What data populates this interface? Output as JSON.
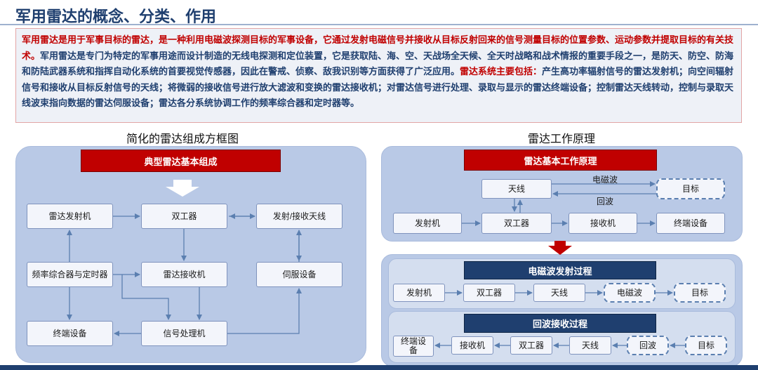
{
  "title": "军用雷达的概念、分类、作用",
  "intro": {
    "red_text": "军用雷达是用于军事目标的雷达，是一种利用电磁波探测目标的军事设备，它通过发射电磁信号并接收从目标反射回来的信号测量目标的位置参数、运动参数并提取目标的有关技术。",
    "body_text": "军用雷达是专门为特定的军事用途而设计制造的无线电探测和定位装置，它是获取陆、海、空、天战场全天候、全天时战略和战术情报的重要手段之一，是防天、防空、防海和防陆武器系统和指挥自动化系统的首要视觉传感器，因此在警戒、侦察、敌我识别等方面获得了广泛应用。",
    "red_label": "雷达系统主要包括：",
    "tail_text": "产生高功率辐射信号的雷达发射机；向空间辐射信号和接收从目标反射信号的天线；将微弱的接收信号进行放大滤波和变换的雷达接收机；对雷达信号进行处理、录取与显示的雷达终端设备；控制雷达天线转动，控制与录取天线波束指向数据的雷达伺服设备；雷达各分系统协调工作的频率综合器和定时器等。"
  },
  "left": {
    "subtitle": "简化的雷达组成方框图",
    "header": "典型雷达基本组成",
    "boxes": {
      "transmitter": "雷达发射机",
      "duplexer": "双工器",
      "antenna": "发射/接收天线",
      "synth": "频率综合器与定时器",
      "receiver": "雷达接收机",
      "servo": "伺服设备",
      "terminal": "终端设备",
      "processor": "信号处理机"
    }
  },
  "right": {
    "subtitle": "雷达工作原理",
    "top": {
      "header": "雷达基本工作原理",
      "antenna": "天线",
      "target": "目标",
      "em_wave": "电磁波",
      "echo": "回波",
      "transmitter": "发射机",
      "duplexer": "双工器",
      "receiver": "接收机",
      "terminal": "终端设备"
    },
    "emit": {
      "header": "电磁波发射过程",
      "transmitter": "发射机",
      "duplexer": "双工器",
      "antenna": "天线",
      "wave": "电磁波",
      "target": "目标"
    },
    "echo": {
      "header": "回波接收过程",
      "terminal": "终端设\n备",
      "receiver": "接收机",
      "duplexer": "双工器",
      "antenna": "天线",
      "echo": "回波",
      "target": "目标"
    }
  }
}
